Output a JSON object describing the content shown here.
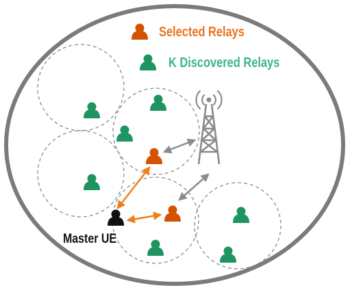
{
  "legend": {
    "selected_label": "Selected Relays",
    "discovered_label": "K Discovered Relays"
  },
  "master_label": "Master UE",
  "colors": {
    "selected": "#d35400",
    "discovered": "#1e9461",
    "master": "#111111",
    "selected_text": "#e8731f",
    "discovered_text": "#3cb583",
    "cell_outline": "#8a8a8a",
    "boundary": "#7b7b7b",
    "orange_link": "#f07f1c",
    "gray_link": "#8c8c8c",
    "tower": "#8a8a8a"
  },
  "icons": {
    "user": "person-icon",
    "tower": "cell-tower-icon"
  }
}
